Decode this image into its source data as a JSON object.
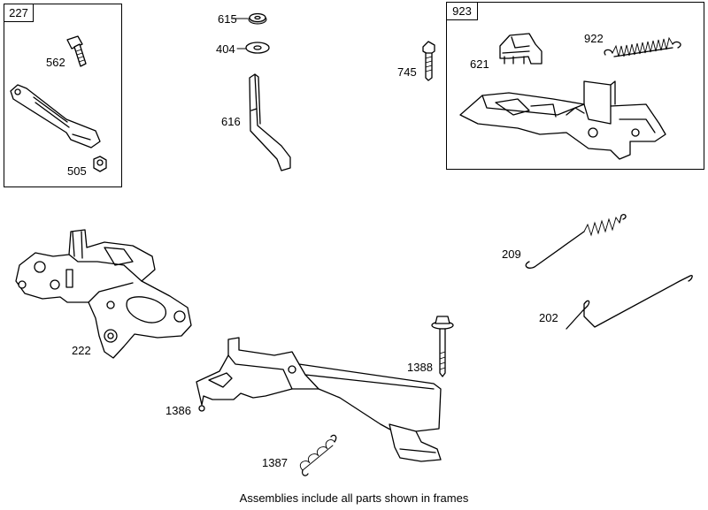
{
  "frames": [
    {
      "id": "frame-227",
      "label": "227"
    },
    {
      "id": "frame-923",
      "label": "923"
    }
  ],
  "callouts": {
    "p562": "562",
    "p505": "505",
    "p615": "615",
    "p404": "404",
    "p616": "616",
    "p745": "745",
    "p621": "621",
    "p922": "922",
    "p209": "209",
    "p202": "202",
    "p222": "222",
    "p1386": "1386",
    "p1387": "1387",
    "p1388": "1388"
  },
  "footer_note": "Assemblies include all parts shown in frames"
}
